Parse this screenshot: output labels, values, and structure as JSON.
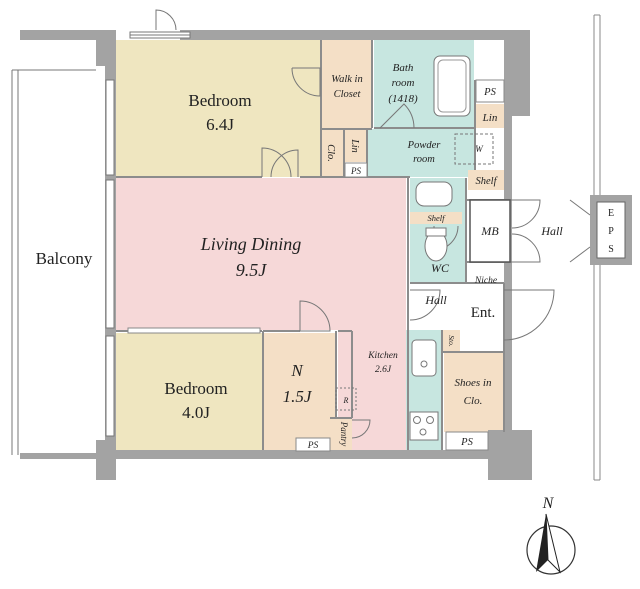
{
  "rooms": {
    "bedroom_north": {
      "name": "Bedroom",
      "size": "6.4J"
    },
    "walk_in_closet": {
      "line1": "Walk in",
      "line2": "Closet"
    },
    "closet": {
      "name": "Clo."
    },
    "linen_upper": {
      "name": "Lin"
    },
    "bathroom": {
      "line1": "Bath",
      "line2": "room",
      "line3": "(1418)"
    },
    "linen_bath": {
      "name": "Lin"
    },
    "powder_room": {
      "line1": "Powder",
      "line2": "room"
    },
    "washer": {
      "name": "W"
    },
    "shelf_powder": {
      "name": "Shelf"
    },
    "living_dining": {
      "name": "Living Dining",
      "size": "9.5J"
    },
    "shelf_wc": {
      "name": "Shelf"
    },
    "wc": {
      "name": "WC"
    },
    "niche": {
      "name": "Niche"
    },
    "mb": {
      "name": "MB"
    },
    "hall_outer": {
      "name": "Hall"
    },
    "hall_inner": {
      "name": "Hall"
    },
    "entrance": {
      "name": "Ent."
    },
    "storage": {
      "name": "Sto."
    },
    "shoes_closet": {
      "line1": "Shoes in",
      "line2": "Clo."
    },
    "kitchen": {
      "line1": "Kitchen",
      "line2": "2.6J"
    },
    "n_room": {
      "name": "N",
      "size": "1.5J"
    },
    "refrigerator": {
      "name": "R"
    },
    "pantry": {
      "name": "Pantry"
    },
    "bedroom_south": {
      "name": "Bedroom",
      "size": "4.0J"
    },
    "balcony": {
      "name": "Balcony"
    }
  },
  "ps_labels": [
    "PS",
    "PS",
    "PS",
    "PS"
  ],
  "eps": {
    "line1": "E",
    "line2": "P",
    "line3": "S"
  },
  "compass": {
    "label": "N"
  },
  "colors": {
    "bedroom": "#efe6c0",
    "closet": "#f4dfc6",
    "bath": "#c7e6e0",
    "living": "#f6d8d8",
    "n_room": "#f4dfc6",
    "kitchen": "#c7e6e0",
    "wall": "#a3a3a3"
  }
}
